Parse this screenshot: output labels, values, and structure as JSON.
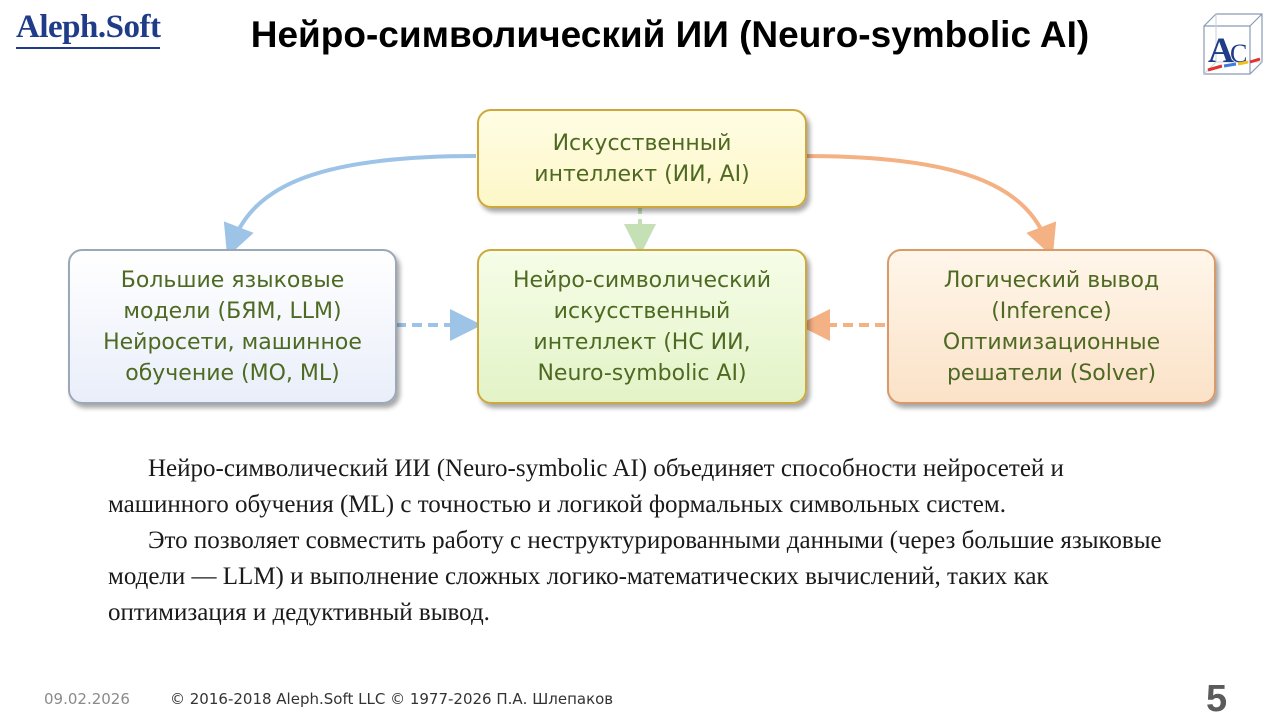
{
  "header": {
    "logo_text": "Aleph.Soft",
    "title": "Нейро-символический ИИ (Neuro-symbolic AI)",
    "cube_logo_letters": "AC"
  },
  "diagram": {
    "nodes": {
      "ai": {
        "lines": [
          "Искусственный",
          "интеллект (ИИ, AI)"
        ]
      },
      "llm": {
        "lines": [
          "Большие языковые",
          "модели (БЯМ, LLM)",
          "Нейросети, машинное",
          "обучение (МО, ML)"
        ]
      },
      "neurosymbolic": {
        "lines": [
          "Нейро-символический",
          "искусственный",
          "интеллект (НС ИИ,",
          "Neuro-symbolic AI)"
        ]
      },
      "logic": {
        "lines": [
          "Логический вывод",
          "(Inference)",
          "Оптимизационные",
          "решатели (Solver)"
        ]
      }
    },
    "edges": [
      {
        "from": "ai",
        "to": "llm",
        "style": "solid",
        "color": "#9dc3e6"
      },
      {
        "from": "ai",
        "to": "logic",
        "style": "solid",
        "color": "#f4b183"
      },
      {
        "from": "ai",
        "to": "neurosymbolic",
        "style": "dashed",
        "color": "#c5e0b4"
      },
      {
        "from": "llm",
        "to": "neurosymbolic",
        "style": "dashed",
        "color": "#9dc3e6"
      },
      {
        "from": "logic",
        "to": "neurosymbolic",
        "style": "dashed",
        "color": "#f4b183"
      }
    ]
  },
  "body": {
    "paragraph1": "Нейро-символический ИИ (Neuro-symbolic AI) объединяет способности нейросетей и машинного обучения (ML) с точностью и логикой формальных символьных систем.",
    "paragraph2": "Это позволяет совместить работу с неструктурированными данными (через большие языковые модели — LLM) и выполнение сложных логико-математических вычислений, таких как оптимизация и дедуктивный вывод."
  },
  "footer": {
    "date": "09.02.2026",
    "copyright": "© 2016-2018 Aleph.Soft LLC © 1977-2026 П.А. Шлепаков",
    "page_number": "5"
  },
  "colors": {
    "logo_blue": "#1f3c88",
    "node_text_green": "#4e6a22",
    "arrow_blue": "#9dc3e6",
    "arrow_orange": "#f4b183",
    "arrow_green": "#c5e0b4"
  }
}
